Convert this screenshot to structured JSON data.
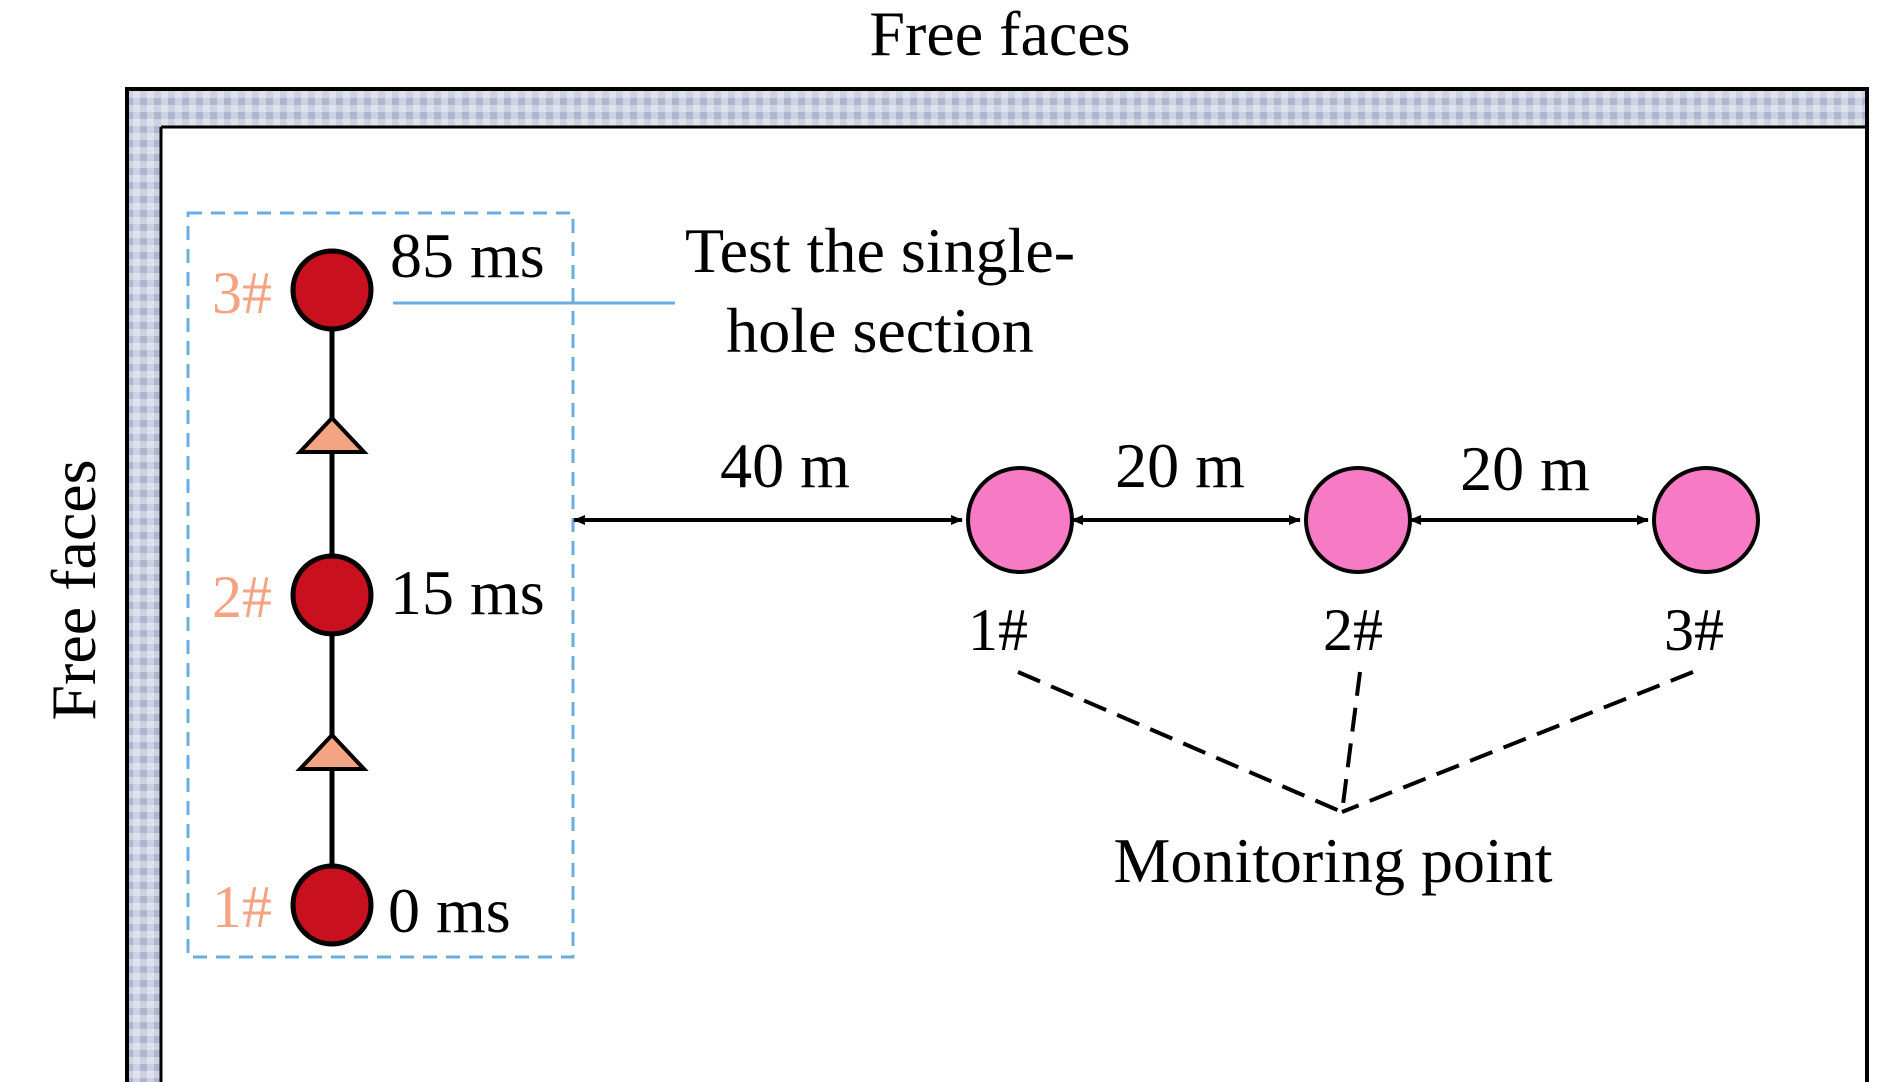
{
  "free_face_top": "Free faces",
  "free_face_left": "Free faces",
  "test_section_label": {
    "line1": "Test the single-",
    "line2": "hole section"
  },
  "blast_holes": [
    {
      "id": "1#",
      "delay": "0 ms"
    },
    {
      "id": "2#",
      "delay": "15 ms"
    },
    {
      "id": "3#",
      "delay": "85 ms"
    }
  ],
  "monitoring_points": [
    "1#",
    "2#",
    "3#"
  ],
  "distances": [
    "40 m",
    "20 m",
    "20 m"
  ],
  "monitoring_label": "Monitoring point",
  "colors": {
    "hole_fill": "#c8101e",
    "monitor_fill": "#f77ac4",
    "hole_label": "#f4a383",
    "arrow_triangle": "#f4a383",
    "dashed_box": "#6aaee0",
    "leader_line": "#6aaee0",
    "free_face_hatch": "#b8bfd6"
  }
}
